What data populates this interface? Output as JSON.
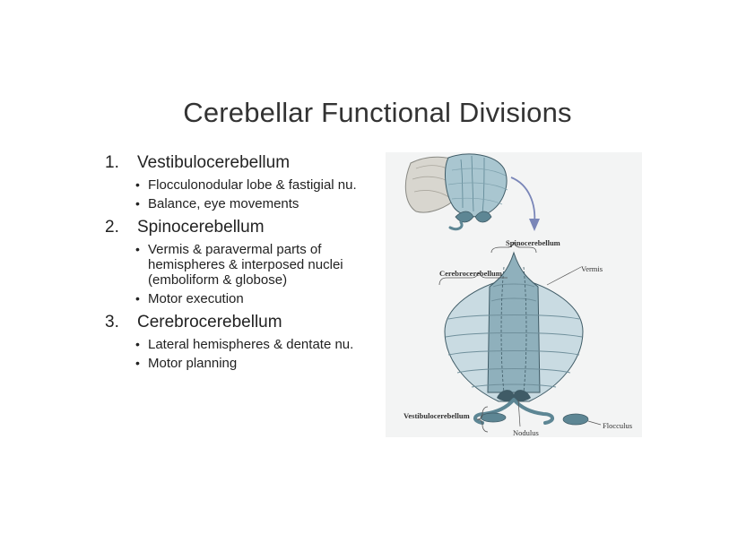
{
  "slide": {
    "title": "Cerebellar Functional Divisions",
    "sections": [
      {
        "number": "1.",
        "heading": "Vestibulocerebellum",
        "bullets": [
          "Flocculonodular lobe & fastigial nu.",
          "Balance, eye movements"
        ]
      },
      {
        "number": "2.",
        "heading": "Spinocerebellum",
        "bullets": [
          "Vermis & paravermal parts of hemispheres & interposed nuclei (emboliform & globose)",
          "Motor execution"
        ]
      },
      {
        "number": "3.",
        "heading": "Cerebrocerebellum",
        "bullets": [
          "Lateral hemispheres & dentate nu.",
          "Motor planning"
        ]
      }
    ]
  },
  "figure": {
    "labels": {
      "spinocerebellum": "Spinocerebellum",
      "cerebrocerebellum": "Cerebrocerebellum",
      "vermis": "Vermis",
      "vestibulocerebellum": "Vestibulocerebellum",
      "nodulus": "Nodulus",
      "flocculus": "Flocculus"
    },
    "colors": {
      "hemisphere": "#c9dbe2",
      "vermis": "#8fb0bc",
      "flocculonodular": "#5d8694",
      "outline": "#3f5b66"
    }
  }
}
